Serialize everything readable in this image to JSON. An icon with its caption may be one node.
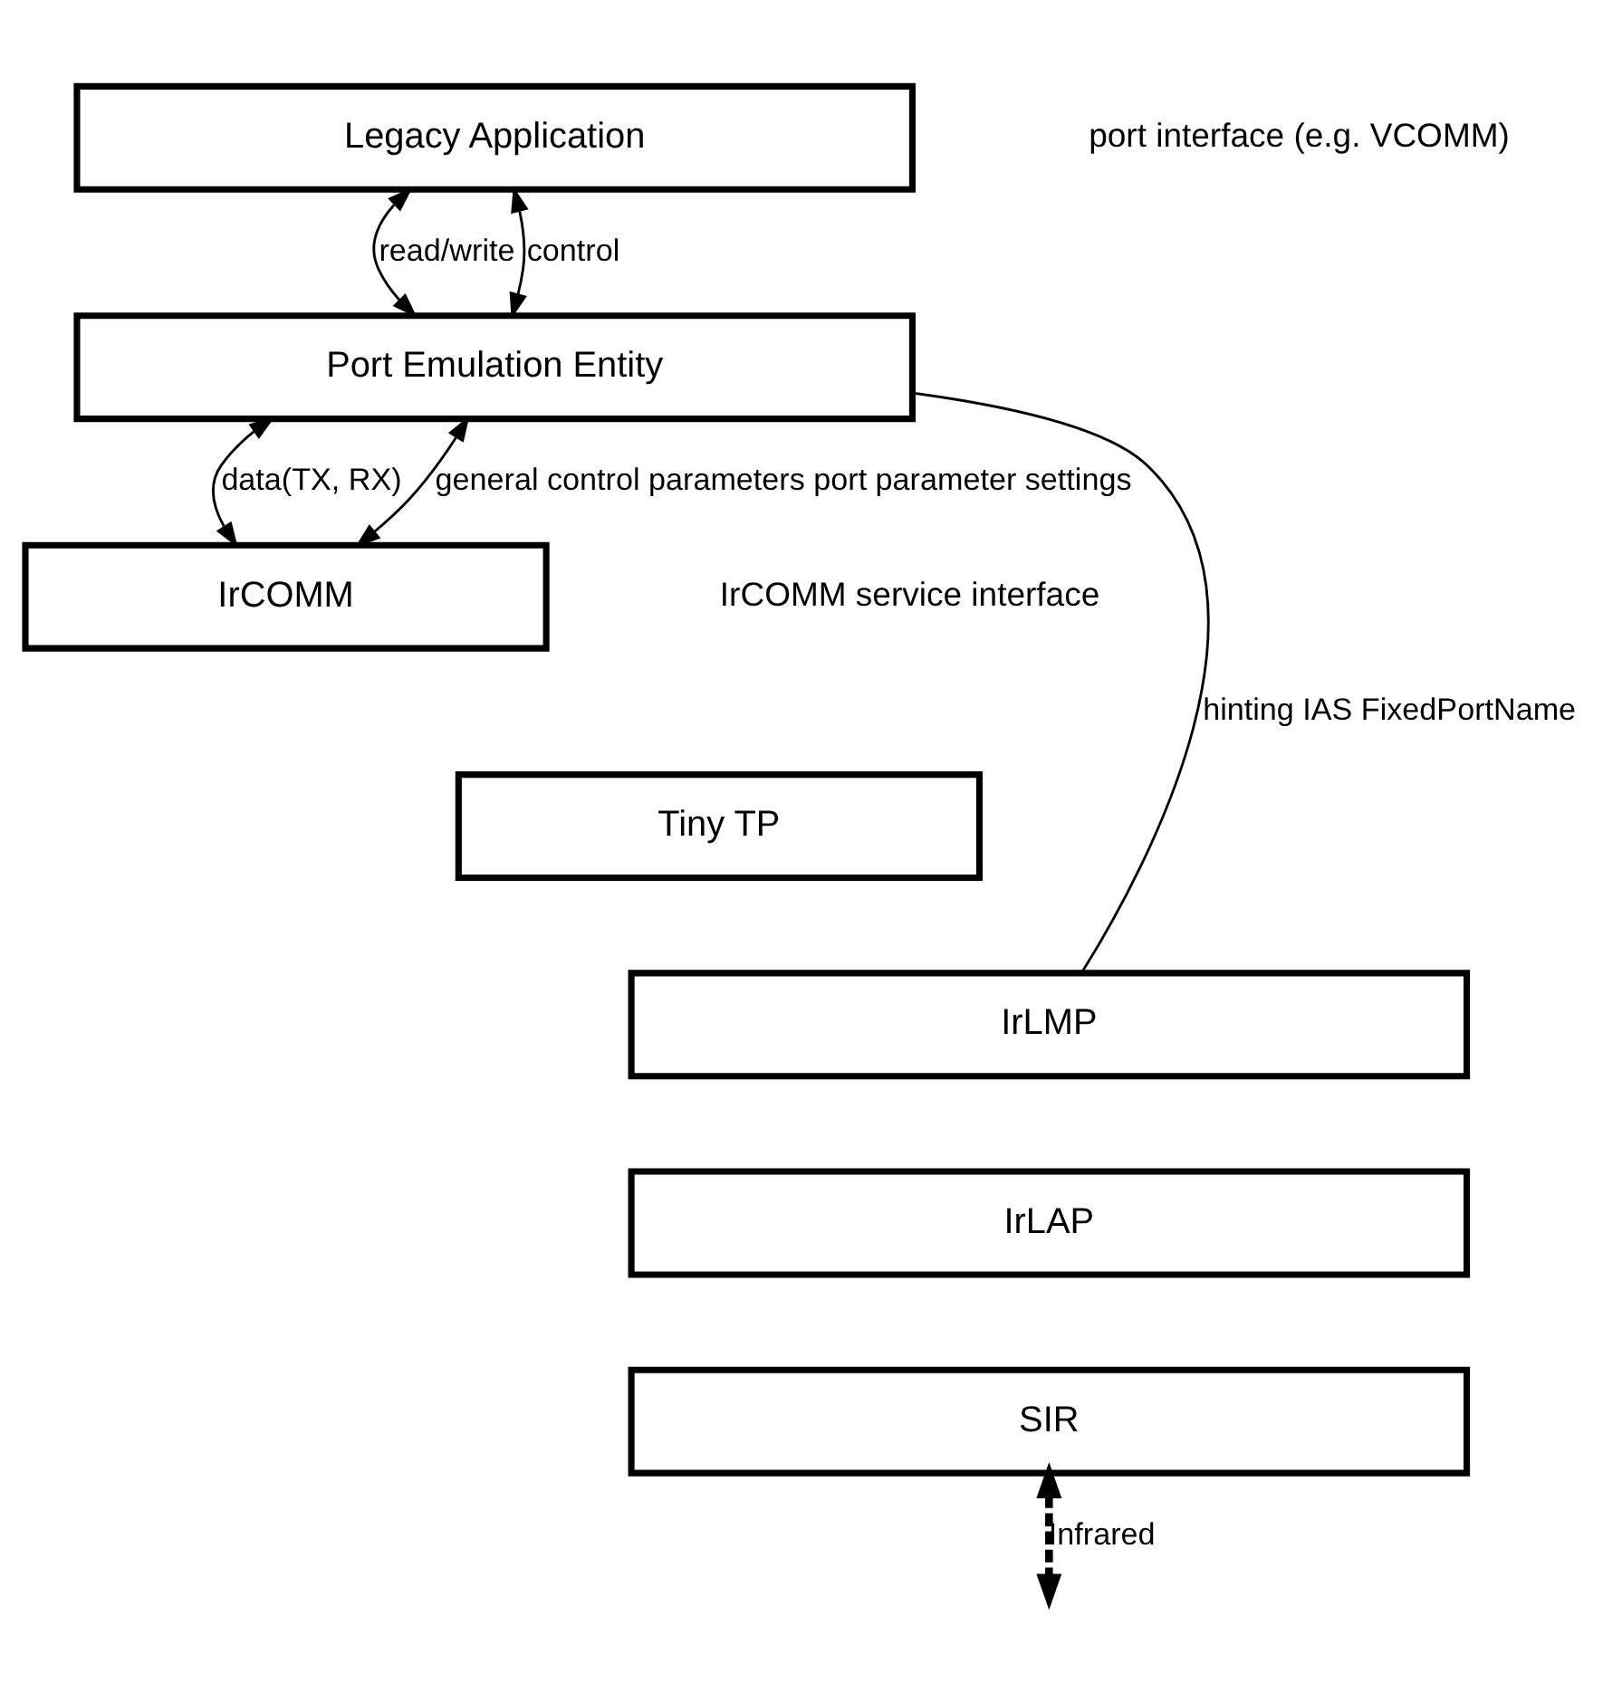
{
  "diagram": {
    "nodes": [
      {
        "text": [
          "Legacy Application"
        ]
      },
      {
        "text": [
          "Port Emulation Entity"
        ]
      },
      {
        "text": [
          "IrCOMM"
        ]
      },
      {
        "text": [
          "Tiny TP"
        ]
      },
      {
        "text": [
          "IrLMP"
        ]
      },
      {
        "text": [
          "IrLAP"
        ]
      },
      {
        "text": [
          "SIR"
        ]
      }
    ],
    "edges": [
      {
        "from": 0,
        "to": 1,
        "arrow": "both",
        "label": "read/write"
      },
      {
        "from": 0,
        "to": 1,
        "arrow": "both",
        "label": "control"
      },
      {
        "from": 1,
        "to": 2,
        "arrow": "both",
        "label": "data(TX, RX)"
      },
      {
        "from": 1,
        "to": 2,
        "arrow": "both",
        "label": "general control parameters port parameter settings"
      },
      {
        "from": 1,
        "to": 4,
        "arrow": "none",
        "label": "hinting IAS FixedPortName"
      },
      {
        "from": 6,
        "to": null,
        "arrow": "both",
        "label": "Infrared",
        "style": "dashed"
      }
    ],
    "labels": [
      "port interface (e.g. VCOMM)",
      "IrCOMM service interface"
    ]
  }
}
